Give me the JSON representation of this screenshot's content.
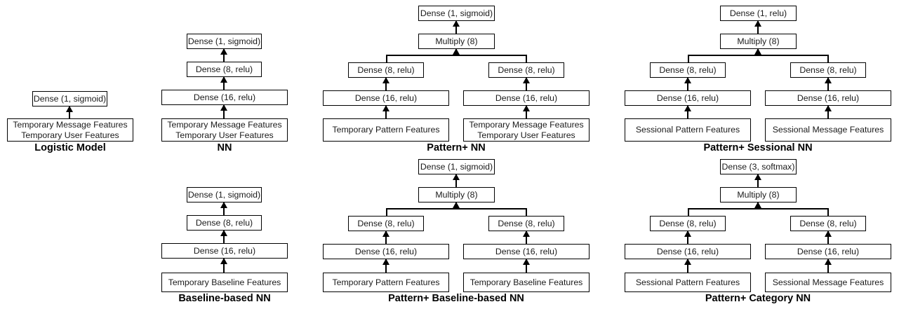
{
  "figure": {
    "type": "neural-network-architecture-diagram",
    "background": "#ffffff",
    "stroke": "#000000",
    "models": [
      {
        "id": "logistic-model",
        "caption": "Logistic Model",
        "nodes": [
          {
            "id": "out",
            "lines": [
              "Dense (1, sigmoid)"
            ]
          },
          {
            "id": "input",
            "lines": [
              "Temporary Message Features",
              "Temporary User Features"
            ]
          }
        ]
      },
      {
        "id": "nn",
        "caption": "NN",
        "nodes": [
          {
            "id": "out",
            "lines": [
              "Dense (1, sigmoid)"
            ]
          },
          {
            "id": "dense8",
            "lines": [
              "Dense (8, relu)"
            ]
          },
          {
            "id": "dense16",
            "lines": [
              "Dense (16, relu)"
            ]
          },
          {
            "id": "input",
            "lines": [
              "Temporary Message Features",
              "Temporary User Features"
            ]
          }
        ]
      },
      {
        "id": "pattern-plus-nn",
        "caption": "Pattern+ NN",
        "nodes": [
          {
            "id": "out",
            "lines": [
              "Dense (1, sigmoid)"
            ]
          },
          {
            "id": "multiply",
            "lines": [
              "Multiply (8)"
            ]
          },
          {
            "id": "l-dense8",
            "lines": [
              "Dense (8, relu)"
            ]
          },
          {
            "id": "r-dense8",
            "lines": [
              "Dense (8, relu)"
            ]
          },
          {
            "id": "l-dense16",
            "lines": [
              "Dense (16, relu)"
            ]
          },
          {
            "id": "r-dense16",
            "lines": [
              "Dense (16, relu)"
            ]
          },
          {
            "id": "l-input",
            "lines": [
              "Temporary Pattern Features"
            ]
          },
          {
            "id": "r-input",
            "lines": [
              "Temporary Message Features",
              "Temporary User Features"
            ]
          }
        ]
      },
      {
        "id": "pattern-plus-sessional-nn",
        "caption": "Pattern+ Sessional NN",
        "nodes": [
          {
            "id": "out",
            "lines": [
              "Dense (1, relu)"
            ]
          },
          {
            "id": "multiply",
            "lines": [
              "Multiply (8)"
            ]
          },
          {
            "id": "l-dense8",
            "lines": [
              "Dense (8, relu)"
            ]
          },
          {
            "id": "r-dense8",
            "lines": [
              "Dense (8, relu)"
            ]
          },
          {
            "id": "l-dense16",
            "lines": [
              "Dense (16, relu)"
            ]
          },
          {
            "id": "r-dense16",
            "lines": [
              "Dense (16, relu)"
            ]
          },
          {
            "id": "l-input",
            "lines": [
              "Sessional Pattern Features"
            ]
          },
          {
            "id": "r-input",
            "lines": [
              "Sessional Message Features"
            ]
          }
        ]
      },
      {
        "id": "baseline-based-nn",
        "caption": "Baseline-based NN",
        "nodes": [
          {
            "id": "out",
            "lines": [
              "Dense (1, sigmoid)"
            ]
          },
          {
            "id": "dense8",
            "lines": [
              "Dense (8, relu)"
            ]
          },
          {
            "id": "dense16",
            "lines": [
              "Dense (16, relu)"
            ]
          },
          {
            "id": "input",
            "lines": [
              "Temporary Baseline Features"
            ]
          }
        ]
      },
      {
        "id": "pattern-plus-baseline-based-nn",
        "caption": "Pattern+ Baseline-based NN",
        "nodes": [
          {
            "id": "out",
            "lines": [
              "Dense (1, sigmoid)"
            ]
          },
          {
            "id": "multiply",
            "lines": [
              "Multiply (8)"
            ]
          },
          {
            "id": "l-dense8",
            "lines": [
              "Dense (8, relu)"
            ]
          },
          {
            "id": "r-dense8",
            "lines": [
              "Dense (8, relu)"
            ]
          },
          {
            "id": "l-dense16",
            "lines": [
              "Dense (16, relu)"
            ]
          },
          {
            "id": "r-dense16",
            "lines": [
              "Dense (16, relu)"
            ]
          },
          {
            "id": "l-input",
            "lines": [
              "Temporary Pattern Features"
            ]
          },
          {
            "id": "r-input",
            "lines": [
              "Temporary Baseline Features"
            ]
          }
        ]
      },
      {
        "id": "pattern-plus-category-nn",
        "caption": "Pattern+ Category NN",
        "nodes": [
          {
            "id": "out",
            "lines": [
              "Dense (3, softmax)"
            ]
          },
          {
            "id": "multiply",
            "lines": [
              "Multiply (8)"
            ]
          },
          {
            "id": "l-dense8",
            "lines": [
              "Dense (8, relu)"
            ]
          },
          {
            "id": "r-dense8",
            "lines": [
              "Dense (8, relu)"
            ]
          },
          {
            "id": "l-dense16",
            "lines": [
              "Dense (16, relu)"
            ]
          },
          {
            "id": "r-dense16",
            "lines": [
              "Dense (16, relu)"
            ]
          },
          {
            "id": "l-input",
            "lines": [
              "Sessional Pattern Features"
            ]
          },
          {
            "id": "r-input",
            "lines": [
              "Sessional Message Features"
            ]
          }
        ]
      }
    ]
  }
}
